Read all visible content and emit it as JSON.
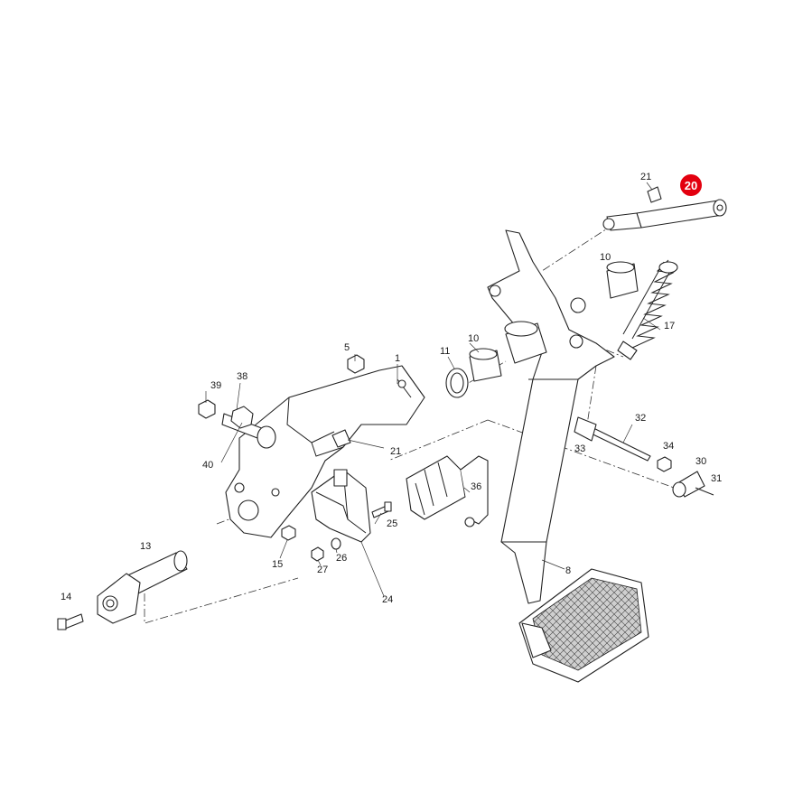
{
  "diagram": {
    "highlight_color": "#e3000f",
    "highlighted_part": "20",
    "labels": {
      "p1": "1",
      "p5": "5",
      "p8": "8",
      "p10a": "10",
      "p10b": "10",
      "p11": "11",
      "p13": "13",
      "p14": "14",
      "p15": "15",
      "p17": "17",
      "p20": "20",
      "p21a": "21",
      "p21b": "21",
      "p24": "24",
      "p25": "25",
      "p26": "26",
      "p27": "27",
      "p30": "30",
      "p31": "31",
      "p32": "32",
      "p33": "33",
      "p34": "34",
      "p36": "36",
      "p38": "38",
      "p39": "39",
      "p40": "40"
    }
  }
}
